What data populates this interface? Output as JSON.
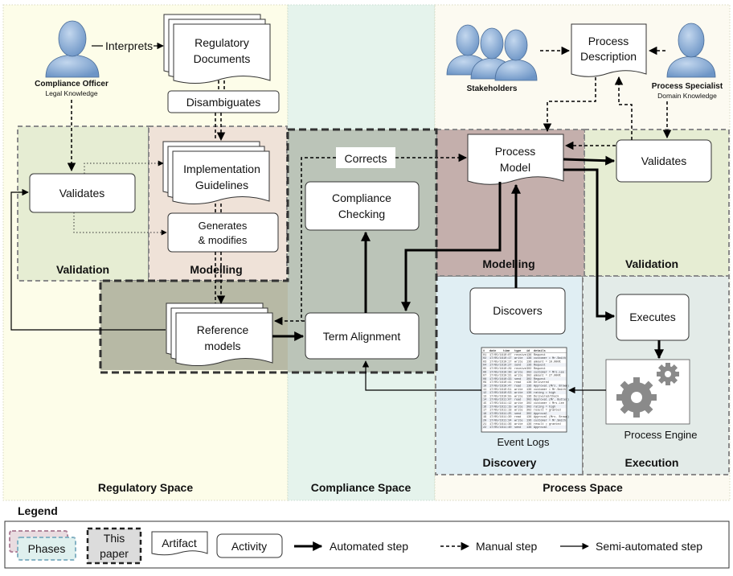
{
  "spaces": {
    "regulatory": "Regulatory Space",
    "compliance": "Compliance Space",
    "process": "Process Space"
  },
  "phases": {
    "validation_left": "Validation",
    "modelling_left": "Modelling",
    "modelling_right": "Modelling",
    "validation_right": "Validation",
    "discovery": "Discovery",
    "execution": "Execution"
  },
  "actors": {
    "compliance_officer": {
      "name": "Compliance Officer",
      "sub": "Legal Knowledge"
    },
    "stakeholders": {
      "name": "Stakeholders"
    },
    "process_specialist": {
      "name": "Process Specialist",
      "sub": "Domain Knowledge"
    }
  },
  "artifacts": {
    "regulatory_documents": [
      "Regulatory",
      "Documents"
    ],
    "implementation_guidelines": [
      "Implementation",
      "Guidelines"
    ],
    "reference_models": [
      "Reference",
      "models"
    ],
    "process_description": [
      "Process",
      "Description"
    ],
    "process_model": [
      "Process",
      "Model"
    ],
    "event_logs": "Event Logs",
    "process_engine": "Process Engine"
  },
  "activities": {
    "interprets": "Interprets",
    "disambiguates": "Disambiguates",
    "validates_left": "Validates",
    "generates_modifies": [
      "Generates",
      "& modifies"
    ],
    "corrects": "Corrects",
    "compliance_checking": [
      "Compliance",
      "Checking"
    ],
    "term_alignment": "Term Alignment",
    "validates_right": "Validates",
    "discovers": "Discovers",
    "executes": "Executes"
  },
  "event_log_table": {
    "headers": [
      "#",
      "date",
      "time",
      "type",
      "id",
      "details"
    ],
    "rows": [
      [
        "01",
        "17/05/16",
        "10:07",
        "receive",
        "136",
        "Request"
      ],
      [
        "02",
        "17/05/16",
        "10:17",
        "write",
        "136",
        "customer = Mr.Smith"
      ],
      [
        "03",
        "17/05/16",
        "10:17",
        "write",
        "136",
        "amount = 10.000€"
      ],
      [
        "04",
        "17/05/16",
        "10:27",
        "send",
        "136",
        "Request"
      ],
      [
        "05",
        "17/05/16",
        "10:29",
        "receive",
        "302",
        "Request"
      ],
      [
        "06",
        "17/05/16",
        "10:30",
        "write",
        "302",
        "customer = Mrs.Lee"
      ],
      [
        "07",
        "17/05/16",
        "10:31",
        "write",
        "302",
        "amount = 27.000€"
      ],
      [
        "08",
        "17/05/16",
        "10:33",
        "send",
        "302",
        "Request"
      ],
      [
        "09",
        "17/05/16",
        "10:41",
        "read",
        "136",
        "Delivered"
      ],
      [
        "10",
        "17/05/16",
        "10:47",
        "read",
        "136",
        "Approval (Mrs. Brown)"
      ],
      [
        "11",
        "17/05/16",
        "10:51",
        "write",
        "136",
        "customer = Mr.Smith"
      ],
      [
        "12",
        "17/05/16",
        "10:53",
        "write",
        "136",
        "rating = high"
      ],
      [
        "13",
        "17/05/16",
        "10:55",
        "write",
        "136",
        "Delivered/Check"
      ],
      [
        "14",
        "17/05/16",
        "11:07",
        "read",
        "302",
        "Approval (Mr. Butler)"
      ],
      [
        "15",
        "17/05/16",
        "11:12",
        "write",
        "302",
        "customer = Mrs.Lee"
      ],
      [
        "16",
        "17/05/16",
        "11:15",
        "write",
        "302",
        "rating = high"
      ],
      [
        "17",
        "17/05/16",
        "11:18",
        "write",
        "302",
        "result = granted"
      ],
      [
        "18",
        "17/05/16",
        "11:25",
        "send",
        "302",
        "Approval"
      ],
      [
        "19",
        "17/05/16",
        "11:30",
        "read",
        "136",
        "Approval (Mrs. Brown)"
      ],
      [
        "20",
        "17/05/16",
        "11:34",
        "write",
        "136",
        "customer = Mr.Smith"
      ],
      [
        "21",
        "17/05/16",
        "11:36",
        "write",
        "136",
        "result = granted"
      ],
      [
        "22",
        "17/05/16",
        "11:40",
        "send",
        "136",
        "Approval"
      ]
    ]
  },
  "legend": {
    "title": "Legend",
    "phases": "Phases",
    "this_paper": [
      "This",
      "paper"
    ],
    "artifact": "Artifact",
    "activity": "Activity",
    "automated": "Automated step",
    "manual": "Manual step",
    "semi": "Semi-automated step"
  },
  "colors": {
    "regulatory_bg": "#fdfde9",
    "compliance_bg": "#e5f3ec",
    "process_bg": "#fcfaf1",
    "validation_phase": "#e6edd3",
    "modelling_left_phase": "#efe2d8",
    "modelling_right_phase": "#c4afac",
    "discovery_phase": "#e0eef3",
    "execution_phase": "#e3ebe8",
    "compliance_overlap": "#bbc4b8",
    "this_paper_band": "#b7b9a5",
    "person": "#8fb0d8"
  }
}
